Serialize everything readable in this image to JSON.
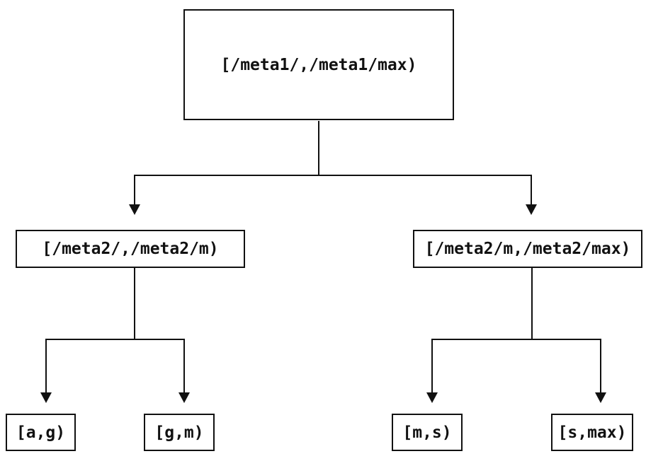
{
  "diagram": {
    "background_color": "#ffffff",
    "line_color": "#111111",
    "box_border_color": "#111111",
    "text_color": "#111111",
    "nodes": {
      "root": {
        "label": "[/meta1/,/meta1/max)"
      },
      "left": {
        "label": "[/meta2/,/meta2/m)"
      },
      "right": {
        "label": "[/meta2/m,/meta2/max)"
      },
      "leaf_ag": {
        "label": "[a,g)"
      },
      "leaf_gm": {
        "label": "[g,m)"
      },
      "leaf_ms": {
        "label": "[m,s)"
      },
      "leaf_smax": {
        "label": "[s,max)"
      }
    },
    "edges": [
      {
        "from": "root",
        "to": "left"
      },
      {
        "from": "root",
        "to": "right"
      },
      {
        "from": "left",
        "to": "leaf_ag"
      },
      {
        "from": "left",
        "to": "leaf_gm"
      },
      {
        "from": "right",
        "to": "leaf_ms"
      },
      {
        "from": "right",
        "to": "leaf_smax"
      }
    ]
  }
}
